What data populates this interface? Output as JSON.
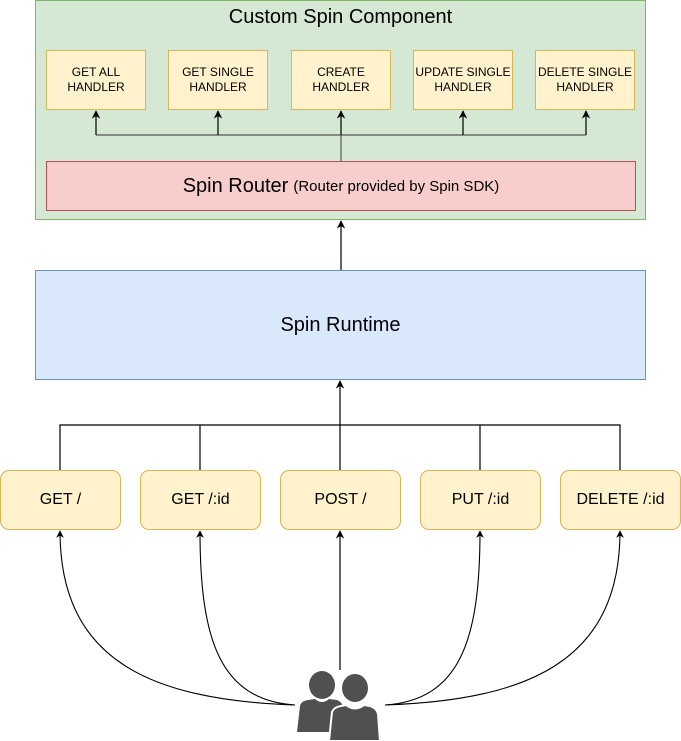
{
  "component": {
    "title": "Custom Spin Component",
    "handlers": [
      {
        "line1": "GET ALL",
        "line2": "HANDLER"
      },
      {
        "line1": "GET SINGLE",
        "line2": "HANDLER"
      },
      {
        "line1": "CREATE",
        "line2": "HANDLER"
      },
      {
        "line1": "UPDATE SINGLE",
        "line2": "HANDLER"
      },
      {
        "line1": "DELETE SINGLE",
        "line2": "HANDLER"
      }
    ],
    "router": {
      "label": "Spin Router",
      "note": "(Router provided by Spin SDK)"
    }
  },
  "runtime": {
    "label": "Spin Runtime"
  },
  "endpoints": [
    {
      "label": "GET /"
    },
    {
      "label": "GET /:id"
    },
    {
      "label": "POST /"
    },
    {
      "label": "PUT /:id"
    },
    {
      "label": "DELETE /:id"
    }
  ],
  "users": {
    "icon": "users-icon"
  },
  "colors": {
    "component_fill": "#d5e8d4",
    "component_stroke": "#82b366",
    "handler_fill": "#fff2cc",
    "handler_stroke": "#d6b656",
    "router_fill": "#f8cecc",
    "router_stroke": "#b85450",
    "runtime_fill": "#dae8fc",
    "runtime_stroke": "#6c8ebf",
    "users_fill": "#505050"
  }
}
